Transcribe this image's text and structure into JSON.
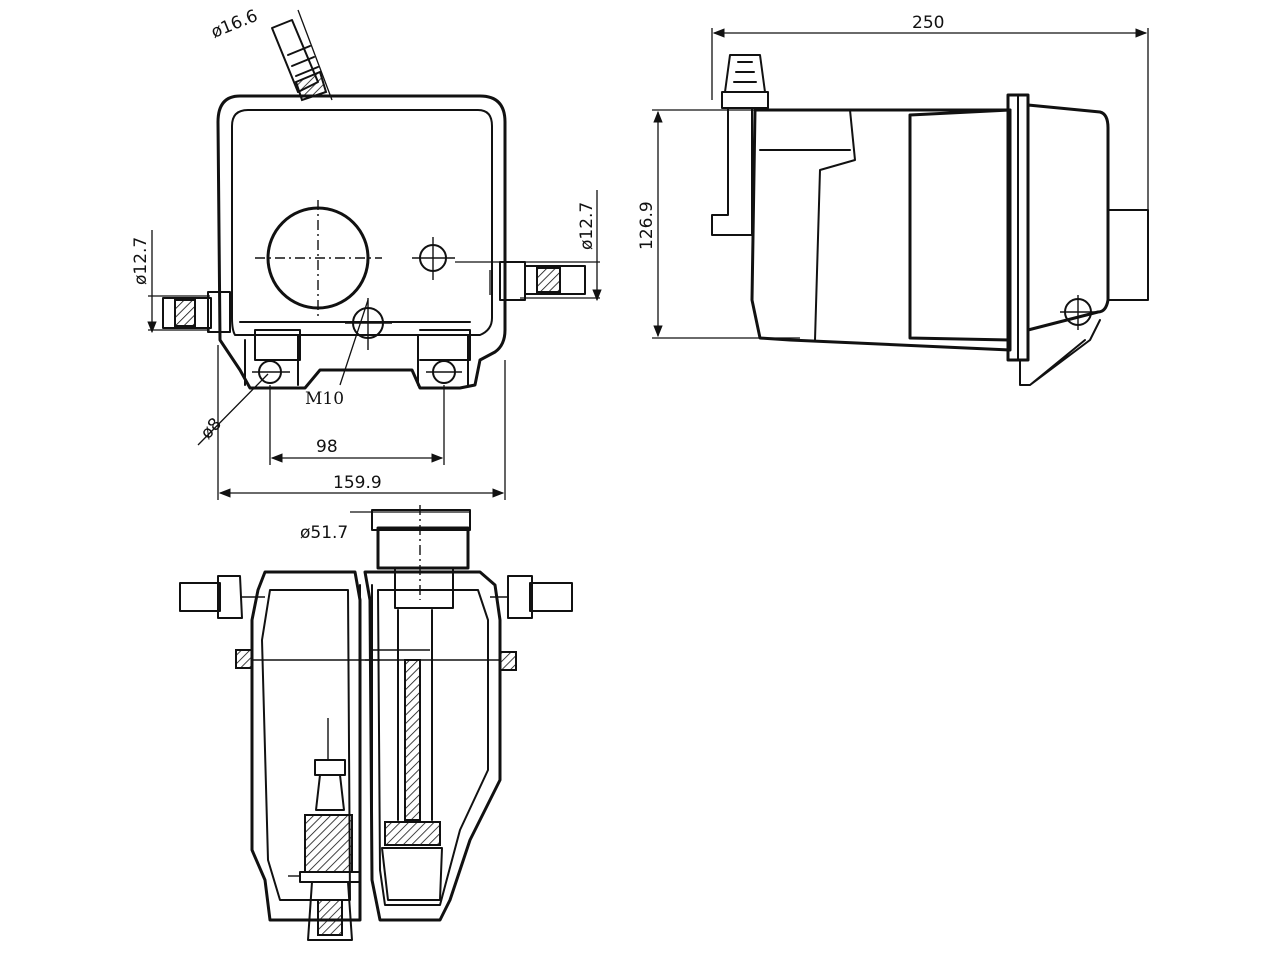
{
  "dimensions": {
    "top_hose_dia": "ø16.6",
    "left_hose_dia": "ø12.7",
    "right_hose_dia": "ø12.7",
    "bolt_hole_dia": "ø8",
    "thread": "M10",
    "bolt_spacing": "98",
    "front_width": "159.9",
    "side_length": "250",
    "side_height": "126.9",
    "cap_dia": "ø51.7"
  },
  "colors": {
    "ink": "#111111",
    "background": "#ffffff"
  }
}
